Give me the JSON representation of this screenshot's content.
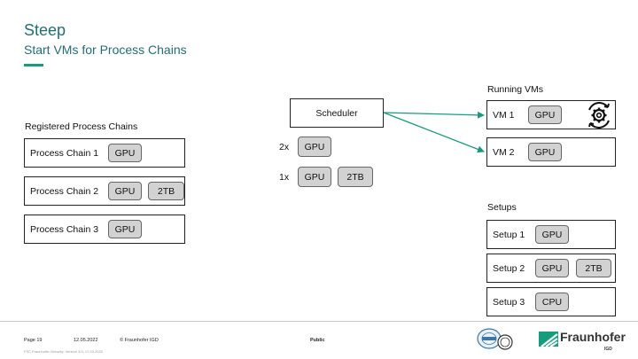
{
  "header": {
    "title": "Steep",
    "subtitle": "Start VMs for Process Chains"
  },
  "registered": {
    "label": "Registered Process Chains",
    "chains": [
      {
        "name": "Process Chain 1",
        "reqs": [
          "GPU"
        ]
      },
      {
        "name": "Process Chain 2",
        "reqs": [
          "GPU",
          "2TB"
        ]
      },
      {
        "name": "Process Chain 3",
        "reqs": [
          "GPU"
        ]
      }
    ]
  },
  "scheduler": {
    "label": "Scheduler",
    "demands": [
      {
        "count": "2x",
        "reqs": [
          "GPU"
        ]
      },
      {
        "count": "1x",
        "reqs": [
          "GPU",
          "2TB"
        ]
      }
    ]
  },
  "running": {
    "label": "Running VMs",
    "vms": [
      {
        "name": "VM 1",
        "reqs": [
          "GPU"
        ],
        "icon": "gear-spinning-icon"
      },
      {
        "name": "VM 2",
        "reqs": [
          "GPU"
        ]
      }
    ]
  },
  "setups": {
    "label": "Setups",
    "items": [
      {
        "name": "Setup 1",
        "reqs": [
          "GPU"
        ]
      },
      {
        "name": "Setup 2",
        "reqs": [
          "GPU",
          "2TB"
        ]
      },
      {
        "name": "Setup 3",
        "reqs": [
          "CPU"
        ]
      }
    ]
  },
  "colors": {
    "title": "#1f6f76",
    "arrow": "#179c7d",
    "chip": "#d2d2d2"
  },
  "footer": {
    "page": "Page 19",
    "date": "12.05.2022",
    "copyright": "© Fraunhofer IGD",
    "classification": "Public",
    "small_note": "FSC Fraunhofer-Security: Version 3.0, 17.03.2020",
    "logo_name": "Fraunhofer",
    "logo_sub": "IGD"
  }
}
